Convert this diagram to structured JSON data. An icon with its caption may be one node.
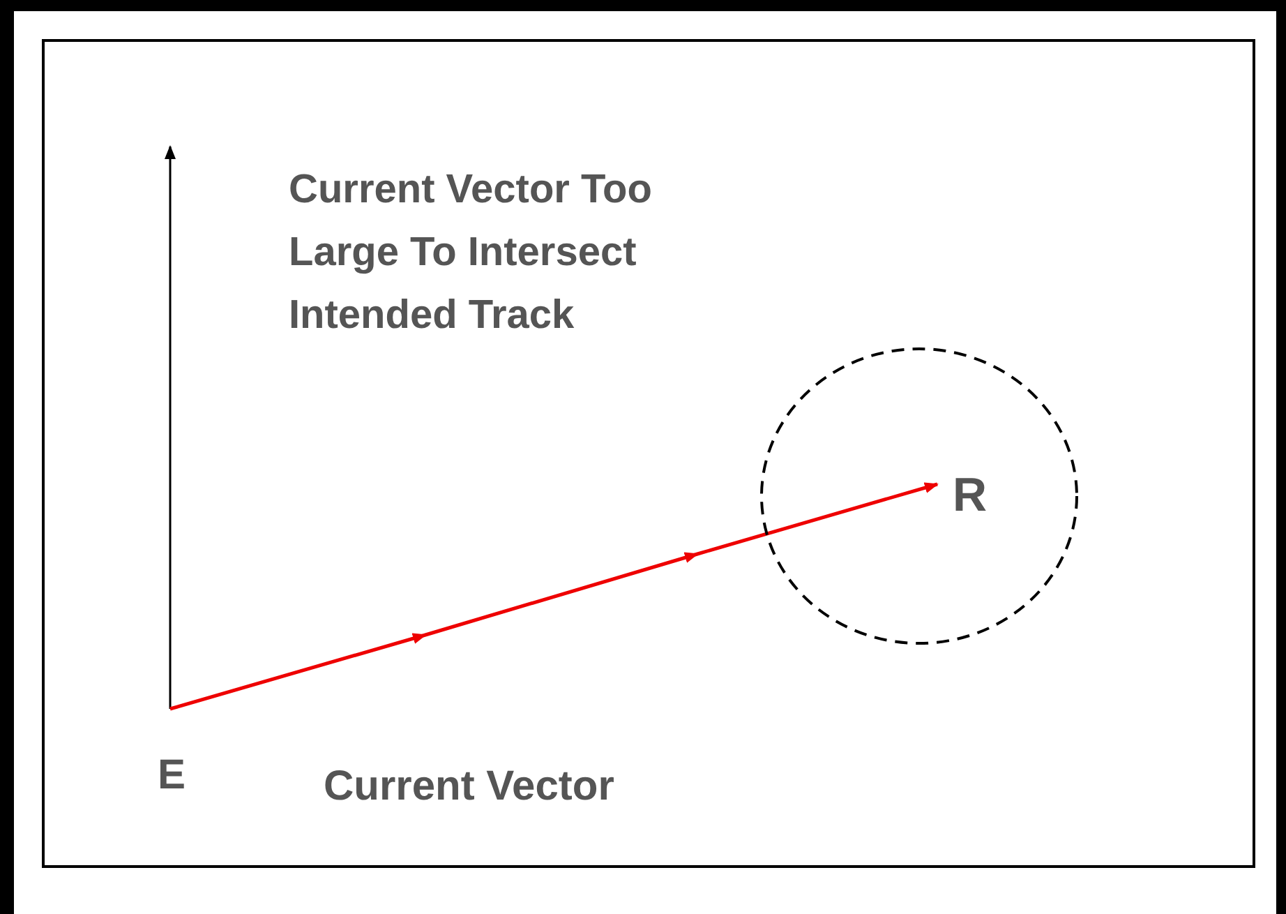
{
  "diagram": {
    "nodes": [
      {
        "text": [
          "R"
        ]
      }
    ],
    "labels": [
      "Current Vector Too Large To Intersect Intended Track",
      "E",
      "Current Vector"
    ]
  }
}
